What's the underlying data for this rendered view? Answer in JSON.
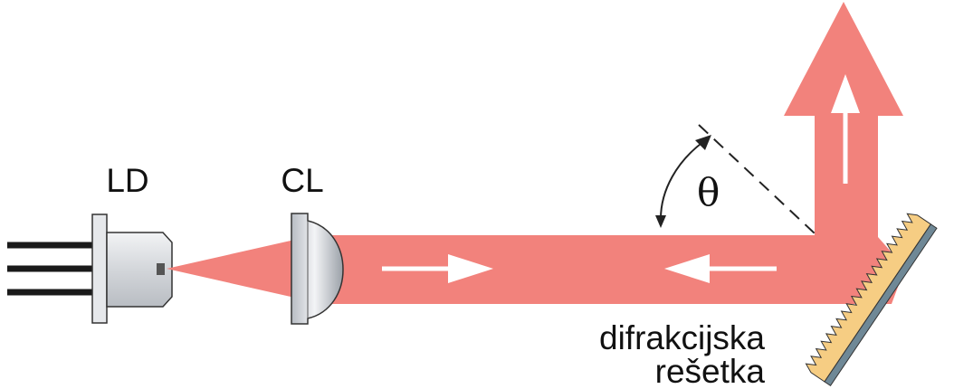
{
  "labels": {
    "laser_diode": "LD",
    "collimating_lens": "CL",
    "angle": "θ",
    "grating_line1": "difrakcijska",
    "grating_line2": "rešetka"
  },
  "colors": {
    "beam": "#f2827c",
    "beam_arrow": "#ffffff",
    "grating_body": "#f6cd83",
    "grating_back": "#6f8896",
    "lens_light": "#eef0f3",
    "lens_dark": "#9aa0a8",
    "diode_body": "#d6d9dd",
    "outline": "#222222"
  }
}
